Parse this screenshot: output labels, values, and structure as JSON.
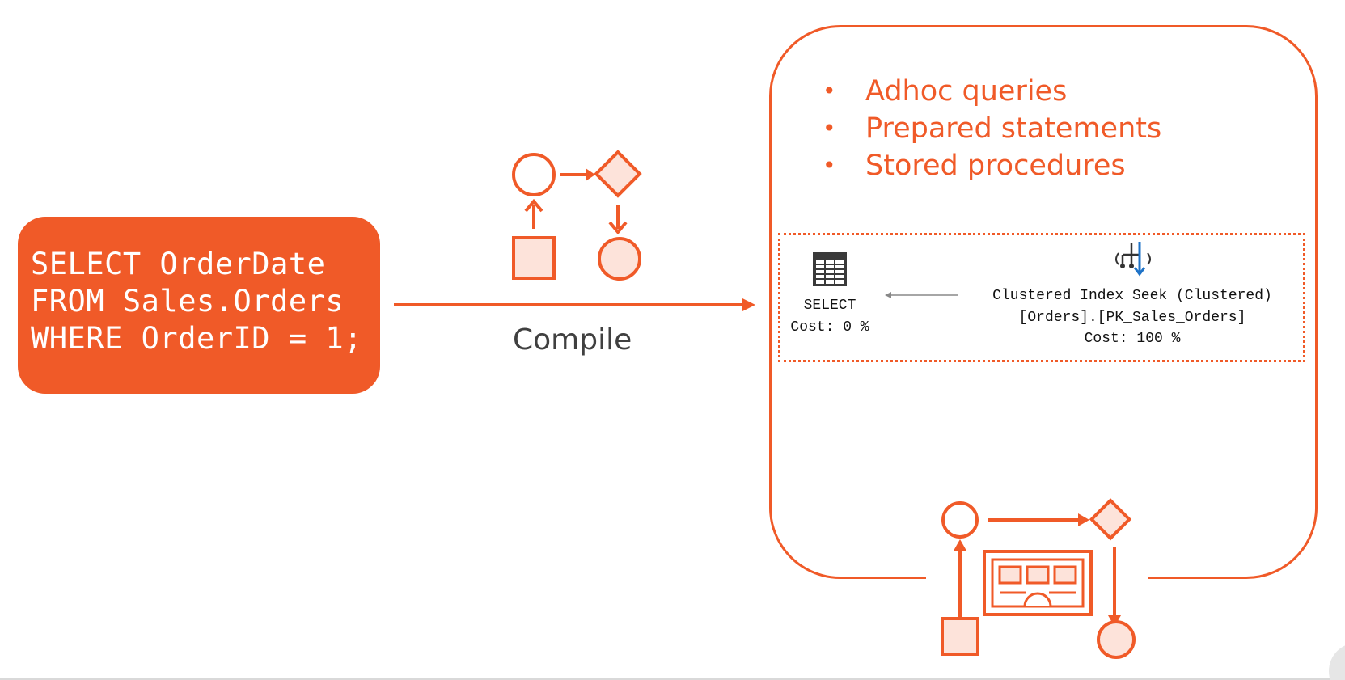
{
  "sql": {
    "lines": [
      "SELECT OrderDate",
      "FROM Sales.Orders",
      "WHERE OrderID = 1;"
    ]
  },
  "compile": {
    "label": "Compile"
  },
  "cache": {
    "items": [
      "Adhoc queries",
      "Prepared statements",
      "Stored procedures"
    ],
    "bullet": "•"
  },
  "plan": {
    "select_label": "SELECT",
    "select_cost": "Cost: 0 %",
    "seek_label": "Clustered Index Seek (Clustered)",
    "seek_object": "[Orders].[PK_Sales_Orders]",
    "seek_cost": "Cost: 100 %"
  },
  "colors": {
    "accent": "#f05a28",
    "accent_light": "#fde3da",
    "text_dark": "#404040"
  },
  "icons": [
    "compile-flow-icon",
    "table-icon",
    "index-seek-icon",
    "plan-cache-icon"
  ]
}
